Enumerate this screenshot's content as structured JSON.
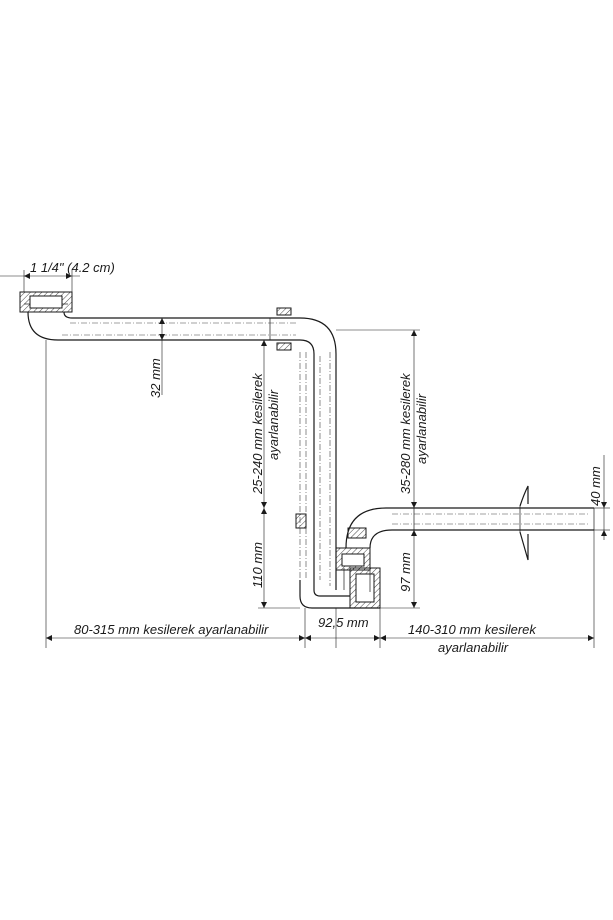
{
  "dimensions": {
    "pipe_diameter": "1 1/4\" (4.2 cm)",
    "pipe_size_32": "32 mm",
    "vertical_adjust": "25-240 mm kesilerek",
    "vertical_adjust_2": "ayarlanabilir",
    "height_110": "110 mm",
    "right_vertical_adjust": "35-280 mm kesilerek",
    "right_vertical_adjust_2": "ayarlanabilir",
    "height_97": "97 mm",
    "outlet_40": "40 mm",
    "width_92_5": "92,5 mm",
    "left_horizontal_adjust": "80-315 mm kesilerek ayarlanabilir",
    "right_horizontal_adjust": "140-310 mm kesilerek",
    "right_horizontal_adjust_2": "ayarlanabilir"
  }
}
